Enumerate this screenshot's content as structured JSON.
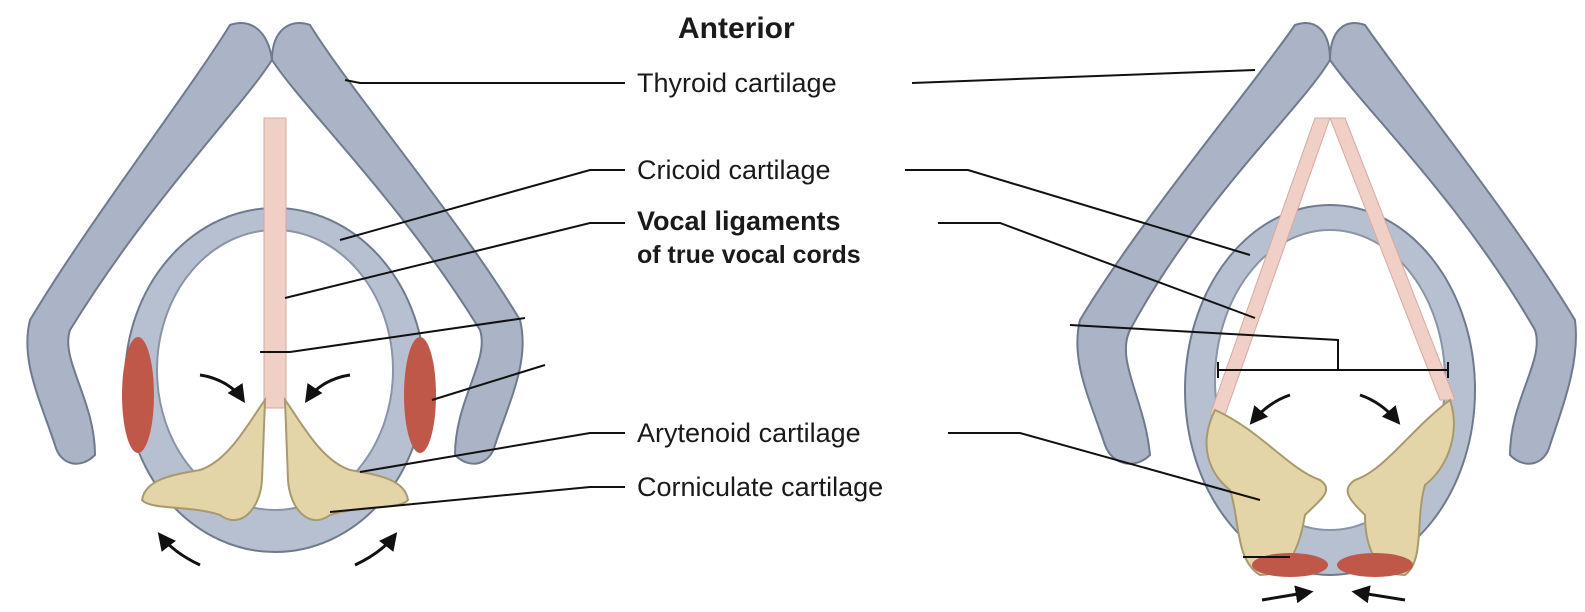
{
  "heading": "Anterior",
  "labels": {
    "thyroid": "Thyroid cartilage",
    "cricoid": "Cricoid cartilage",
    "vocal": "Vocal ligaments",
    "vocal_sub": "of true vocal cords",
    "arytenoid": "Arytenoid cartilage",
    "corniculate": "Corniculate cartilage"
  },
  "colors": {
    "cartilage": "#aab4c6",
    "cartilage_dark": "#6f7a8d",
    "ligament": "#f0cfc7",
    "arytenoid": "#e3d5a8",
    "muscle": "#c0584a",
    "leader": "#111111"
  }
}
